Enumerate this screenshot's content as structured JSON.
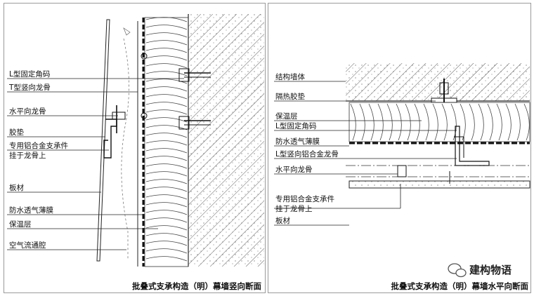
{
  "left": {
    "labels": [
      "L型固定角码",
      "T型竖向龙骨",
      "水平向龙骨",
      "胶垫",
      "专用铝合金支承件",
      "挂于龙骨上",
      "板材",
      "防水透气薄膜",
      "保温层",
      "空气流通腔"
    ],
    "caption": "批叠式支承构造（明）幕墙竖向断面"
  },
  "right": {
    "labels": [
      "结构墙体",
      "隔热胶垫",
      "保温层",
      "L型固定角码",
      "防水透气薄膜",
      "L型竖向铝合金龙骨",
      "水平向龙骨",
      "专用铝合金支承件",
      "挂于龙骨上",
      "板材"
    ],
    "caption": "批叠式支承构造（明）幕墙水平向断面"
  },
  "watermark": {
    "text": "建构物语",
    "icon": "wechat-icon"
  }
}
